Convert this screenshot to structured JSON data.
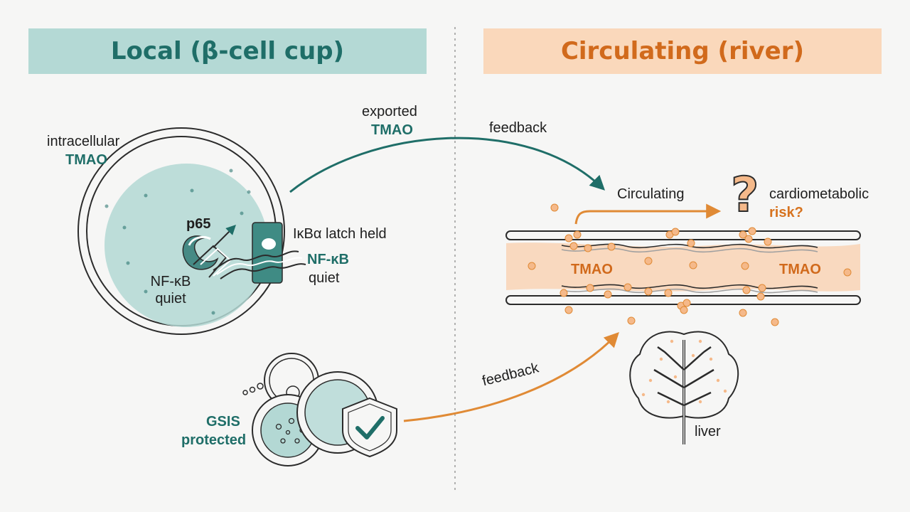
{
  "colors": {
    "teal": "#1f6e68",
    "teal_fill": "#b3d8d4",
    "orange": "#e08a35",
    "orange_fill": "#f9d9bf",
    "header_left_bg": "#b4d9d5",
    "header_right_bg": "#fad8bb",
    "ink": "#2b2b2b"
  },
  "headers": {
    "local": "Local (β-cell cup)",
    "circulating": "Circulating (river)"
  },
  "local": {
    "intracellular": "intracellular",
    "intracellular_tmao": "TMAO",
    "p65": "p65",
    "nfkb_left": "NF-κB",
    "quiet_left": "quiet",
    "ikba": "IκBα latch held",
    "nfkb_right": "NF-κB",
    "quiet_right": "quiet",
    "gsis": "GSIS",
    "protected": "protected"
  },
  "arrows": {
    "exported": "exported",
    "exported_tmao": "TMAO",
    "feedback_top": "feedback",
    "feedback_bottom": "feedback"
  },
  "circulating": {
    "circulating_label": "Circulating",
    "question": "?",
    "cardiometabolic": "cardiometabolic",
    "risk": "risk?",
    "tmao_left": "TMAO",
    "tmao_right": "TMAO",
    "liver": "liver"
  },
  "icons": {
    "check": "check-shield-icon",
    "question": "question-mark-icon",
    "liver": "liver-tree-icon"
  }
}
